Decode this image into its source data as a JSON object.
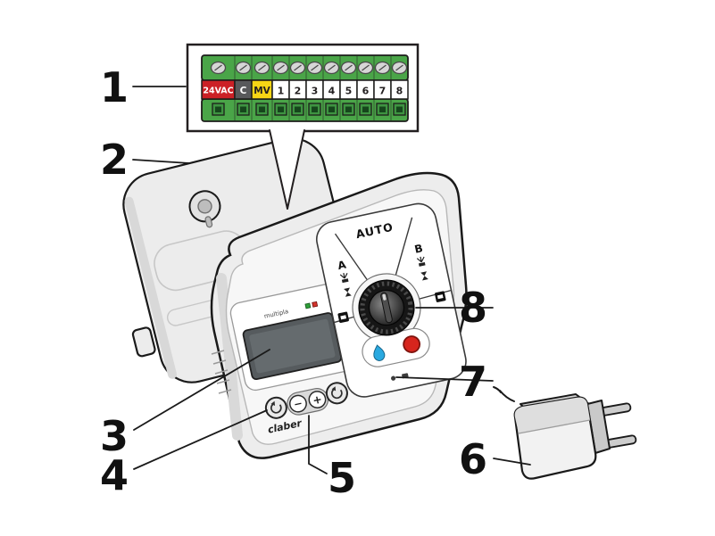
{
  "figure": {
    "background": "#ffffff"
  },
  "colors": {
    "outline": "#1a1a1a",
    "green_strip": "#4aa548",
    "led_green": "#2e9e39",
    "led_red": "#d2342c",
    "drop_blue": "#2aa9e0",
    "stop_red": "#d7251d",
    "knob_black": "#161616"
  },
  "callout": {
    "terminals": [
      {
        "label": "24VAC",
        "bg": "#cb2026",
        "fg": "#ffffff"
      },
      {
        "label": "C",
        "bg": "#58595b",
        "fg": "#ffffff"
      },
      {
        "label": "MV",
        "bg": "#f6d515",
        "fg": "#231f20"
      },
      {
        "label": "1",
        "bg": "#ffffff",
        "fg": "#231f20"
      },
      {
        "label": "2",
        "bg": "#ffffff",
        "fg": "#231f20"
      },
      {
        "label": "3",
        "bg": "#ffffff",
        "fg": "#231f20"
      },
      {
        "label": "4",
        "bg": "#ffffff",
        "fg": "#231f20"
      },
      {
        "label": "5",
        "bg": "#ffffff",
        "fg": "#231f20"
      },
      {
        "label": "6",
        "bg": "#ffffff",
        "fg": "#231f20"
      },
      {
        "label": "7",
        "bg": "#ffffff",
        "fg": "#231f20"
      },
      {
        "label": "8",
        "bg": "#ffffff",
        "fg": "#231f20"
      }
    ]
  },
  "part_labels": [
    "1",
    "2",
    "3",
    "4",
    "5",
    "6",
    "7",
    "8"
  ],
  "controller": {
    "caption": "multipla",
    "brand": "claber",
    "dial": {
      "auto": "AUTO",
      "program_a": "A",
      "program_b": "B"
    },
    "buttons": {
      "minus": "−",
      "plus": "+"
    }
  }
}
